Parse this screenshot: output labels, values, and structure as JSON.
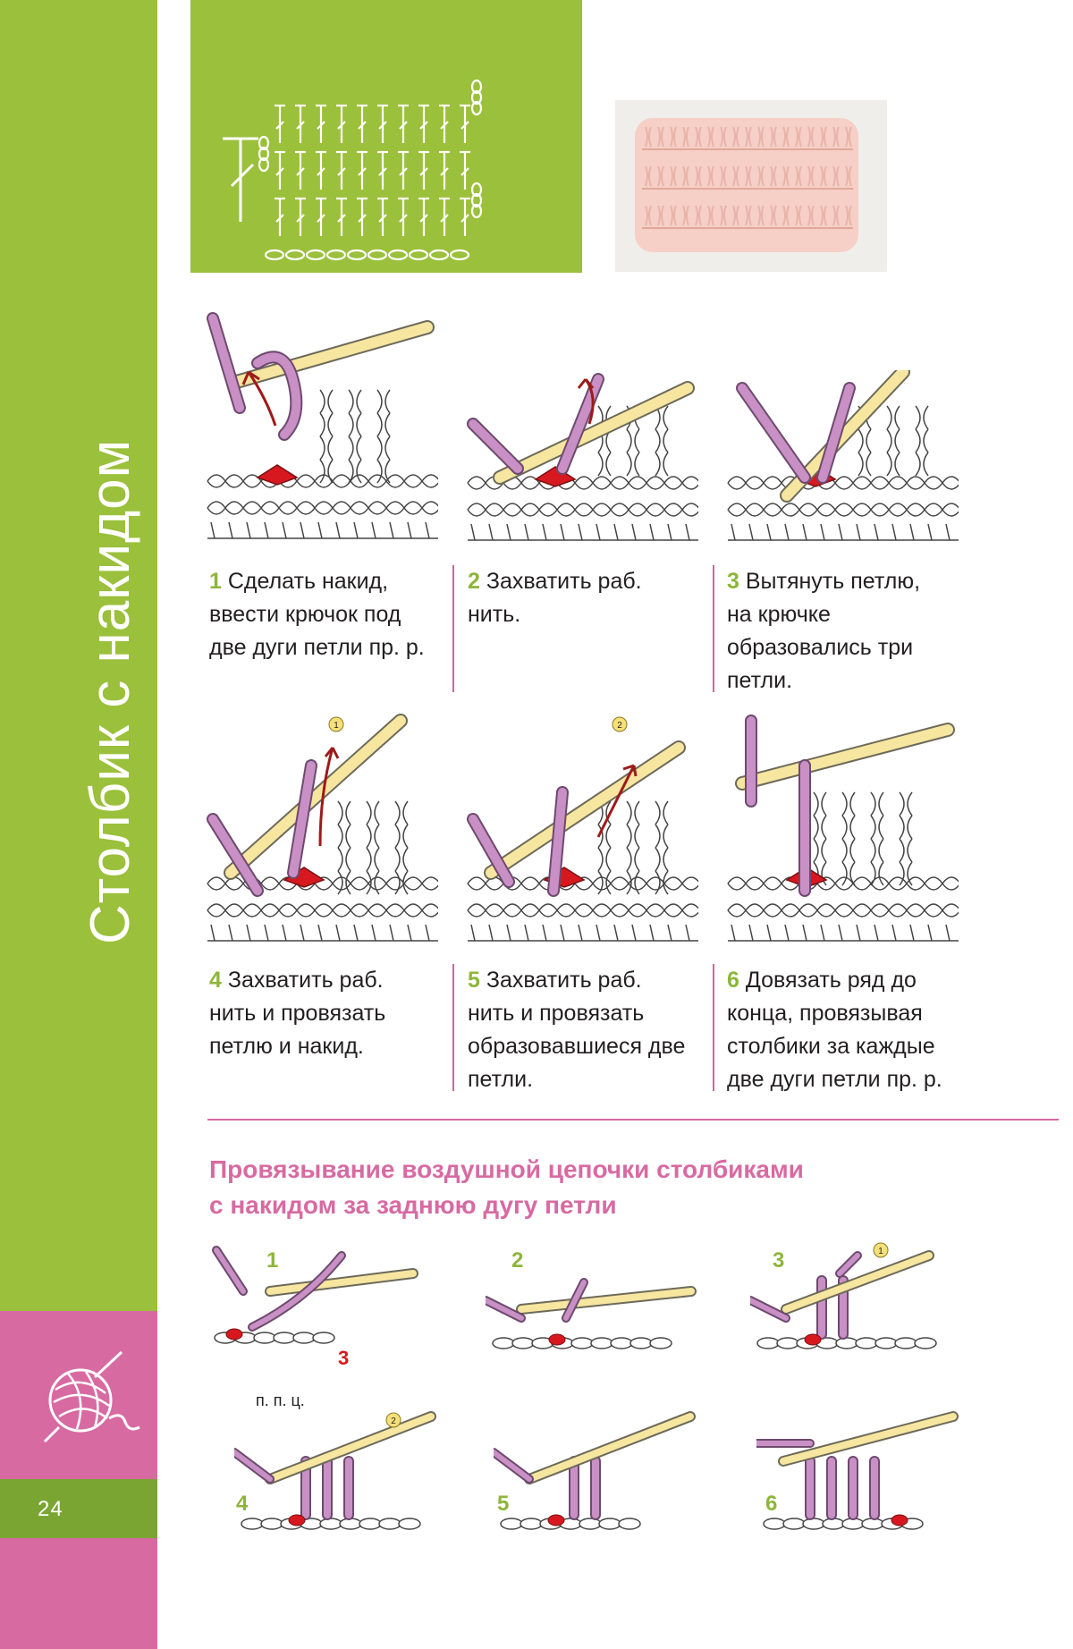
{
  "sidebar": {
    "title": "Столбик с накидом",
    "page_number": "24",
    "colors": {
      "green": "#9bc03b",
      "pink": "#d86aa2",
      "dark_green": "#7aa532"
    },
    "logo_icon": "yarn-ball-icon"
  },
  "symbol": {
    "icon": "double-crochet-symbol-icon",
    "chart_icon": "double-crochet-chart-icon"
  },
  "swatch": {
    "icon": "pink-knitted-swatch-icon"
  },
  "steps": [
    {
      "num": "1",
      "text": "Сделать накид, ввести крючок под две дуги петли пр. р."
    },
    {
      "num": "2",
      "text": "Захватить раб. нить."
    },
    {
      "num": "3",
      "text": "Вытянуть петлю, на крючке образовались три петли."
    },
    {
      "num": "4",
      "text": "Захватить раб. нить и провязать петлю и накид."
    },
    {
      "num": "5",
      "text": "Захватить раб. нить и провязать образовавшиеся две петли."
    },
    {
      "num": "6",
      "text": "Довязать ряд до конца, провязывая столбики за каждые две дуги петли пр. р."
    }
  ],
  "section": {
    "heading_line1": "Провязывание воздушной цепочки столбиками",
    "heading_line2": "с накидом за заднюю дугу петли",
    "mini_steps": [
      {
        "num": "1"
      },
      {
        "num": "2"
      },
      {
        "num": "3"
      },
      {
        "num": "4"
      },
      {
        "num": "5"
      },
      {
        "num": "6"
      }
    ],
    "label_chain": "п. п. ц.",
    "label_red": "3",
    "marker_1": "1",
    "marker_2": "2"
  },
  "colors": {
    "hook": "#f6e6a0",
    "yarn": "#c990c6",
    "loop_red": "#d7191f",
    "arrow": "#9e1a1a",
    "text_pink": "#d86aa2",
    "num_green": "#8db63a"
  }
}
